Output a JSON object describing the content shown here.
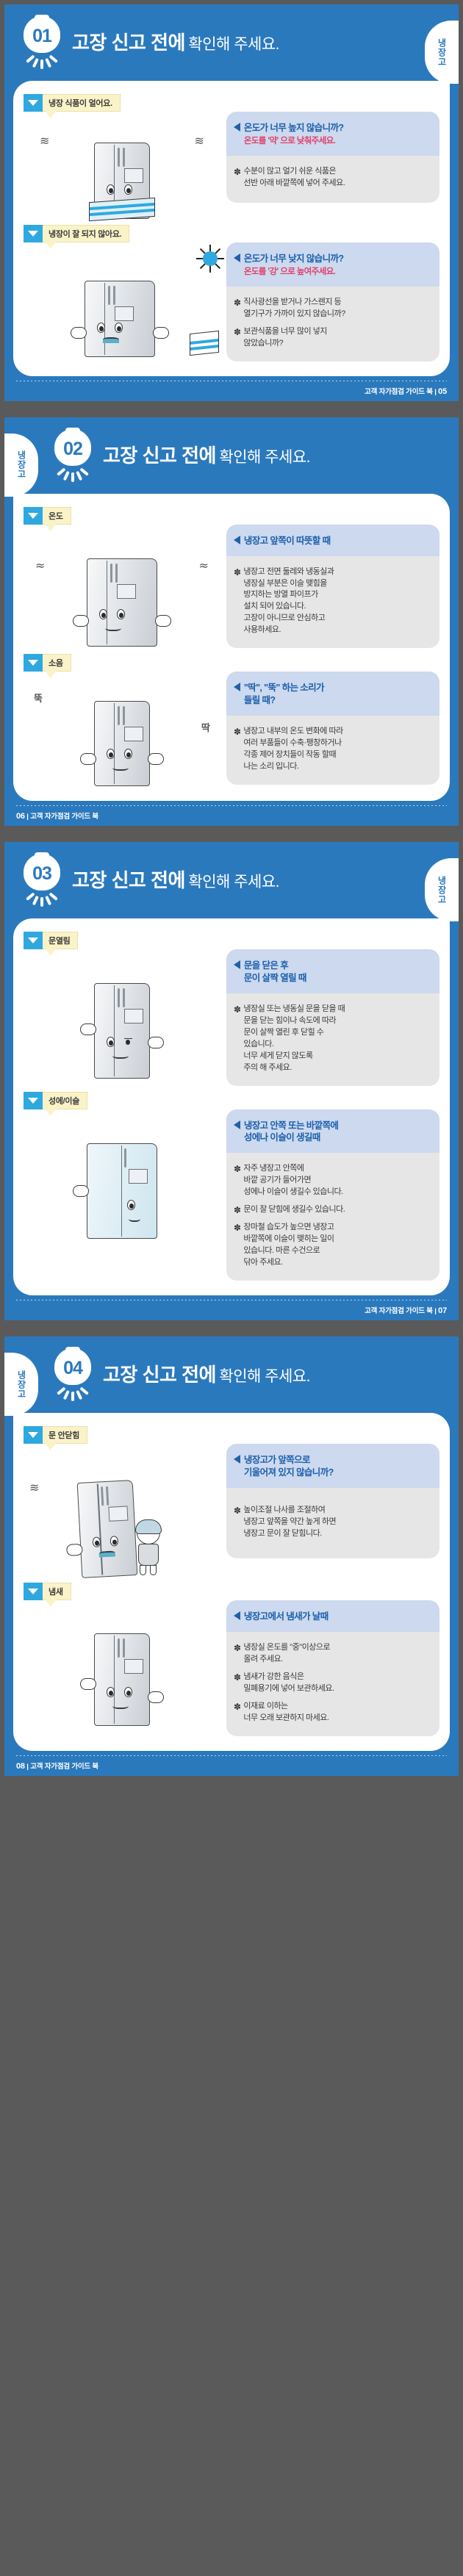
{
  "document": {
    "title": "고객 자가점검 가이드 북",
    "category": "냉장고",
    "accent_blue": "#2b79bd",
    "accent_cyan": "#2fa8e0",
    "accent_red": "#e0416c",
    "q_box_bg": "#ccd9ee",
    "a_box_bg": "#e6e6e6",
    "tag_bg": "#fbf3c8"
  },
  "header_common": {
    "title_strong": "고장 신고 전에",
    "title_light": "확인해 주세요.",
    "tab_label": "냉장고"
  },
  "pages": [
    {
      "number": "01",
      "tab_side": "right",
      "footer_align": "right",
      "footer_label": "고객 자가점검 가이드 북",
      "footer_sep": "|",
      "footer_page": "05",
      "sections": [
        {
          "tag": "냉장 식품이 얼어요.",
          "illustration": "fridge-shivering-on-ice",
          "question": "온도가 너무 높지 않습니까?",
          "answer_highlight": "온도를 '약' 으로 낮춰주세요.",
          "notes": [
            "수분이 많고 얼기 쉬운 식품은\n선반 아래 바깥쪽에 넣어 주세요."
          ]
        },
        {
          "tag": "냉장이 잘 되지 않아요.",
          "illustration": "fridge-hot-sun",
          "question": "온도가 너무 낮지 않습니까?",
          "answer_highlight": "온도를 '강' 으로 높여주세요.",
          "notes": [
            "직사광선을 받거나 가스렌지 등\n열기구가 가까이 있지 않습니까?",
            "보관식품을 너무 많이 넣지\n않았습니까?"
          ]
        }
      ]
    },
    {
      "number": "02",
      "tab_side": "left",
      "footer_align": "left",
      "footer_label": "고객 자가점검 가이드 북",
      "footer_sep": "|",
      "footer_page": "06",
      "sections": [
        {
          "tag": "온도",
          "illustration": "fridge-warm-smiling",
          "question": "냉장고 앞쪽이 따뜻할 때",
          "answer_highlight": "",
          "notes": [
            "냉장고 전면 둘레와 냉동실과\n냉장실 부분은 이슬 맺힘을\n방지하는 방열 파이프가\n설치 되어 있습니다.\n고장이 아니므로 안심하고\n사용하세요."
          ]
        },
        {
          "tag": "소음",
          "illustration": "fridge-noise-ttak-ttok",
          "question_parts": [
            {
              "text": "\"딱\"",
              "accent": true
            },
            {
              "text": ", ",
              "accent": false
            },
            {
              "text": "\"뚝\"",
              "accent": true
            },
            {
              "text": " 하는 소리가\n들릴 때?",
              "accent": false
            }
          ],
          "question": "\"딱\", \"뚝\" 하는 소리가\n들릴 때?",
          "answer_highlight": "",
          "notes": [
            "냉장고 내부의 온도 변화에 따라\n여러 부품들이 수축·팽창하거나\n각종 제어 장치들이 작동 할때\n나는 소리 입니다."
          ]
        }
      ]
    },
    {
      "number": "03",
      "tab_side": "right",
      "footer_align": "right",
      "footer_label": "고객 자가점검 가이드 북",
      "footer_sep": "|",
      "footer_page": "07",
      "sections": [
        {
          "tag": "문열림",
          "illustration": "fridge-winking-waving",
          "question": "문을 닫은 후\n문이 살짝 열릴 때",
          "answer_highlight": "",
          "notes": [
            "냉장실 또는 냉동실 문을 닫을 때\n문을 닫는 힘이나 속도에 따라\n문이 살짝 열린 후 닫힐 수\n있습니다.\n너무 세게 닫지 않도록\n주의 해 주세요."
          ]
        },
        {
          "tag": "성에/이슬",
          "illustration": "fridge-open-door-frost",
          "question": "냉장고 안쪽 또는 바깥쪽에\n성에나 이슬이 생길때",
          "answer_highlight": "",
          "notes": [
            "자주 냉장고 안쪽에\n바깥 공기가 들어가면\n성에나 이슬이 생길수 있습니다.",
            "문이 잘 닫힘에 생길수 있습니다.",
            "장마철 습도가 높으면 냉장고\n바깥쪽에 이슬이 맺히는 일이\n있습니다. 마른 수건으로\n닦아 주세요."
          ]
        }
      ]
    },
    {
      "number": "04",
      "tab_side": "left",
      "footer_align": "left",
      "footer_label": "고객 자가점검 가이드 북",
      "footer_sep": "|",
      "footer_page": "08",
      "sections": [
        {
          "tag": "문 안닫힘",
          "illustration": "fridge-tilted-girl-pushing",
          "question": "냉장고가 앞쪽으로\n기울어져 있지 않습니까?",
          "answer_highlight": "",
          "notes": [
            "높이조절 나사를 조절하여\n냉장고 앞쪽을 약간 높게 하면\n냉장고 문이 잘 닫힘니다."
          ]
        },
        {
          "tag": "냄새",
          "illustration": "fridge-smell-character",
          "question": "냉장고에서 냄새가 날때",
          "answer_highlight": "",
          "notes": [
            "냉장실 온도를 \"중\"이상으로\n올려 주세요.",
            "냄새가 강한 음식은\n밀폐용기에 넣어 보관하세요.",
            "이재료 이하는\n너무 오래 보관하지 마세요."
          ]
        }
      ]
    }
  ]
}
